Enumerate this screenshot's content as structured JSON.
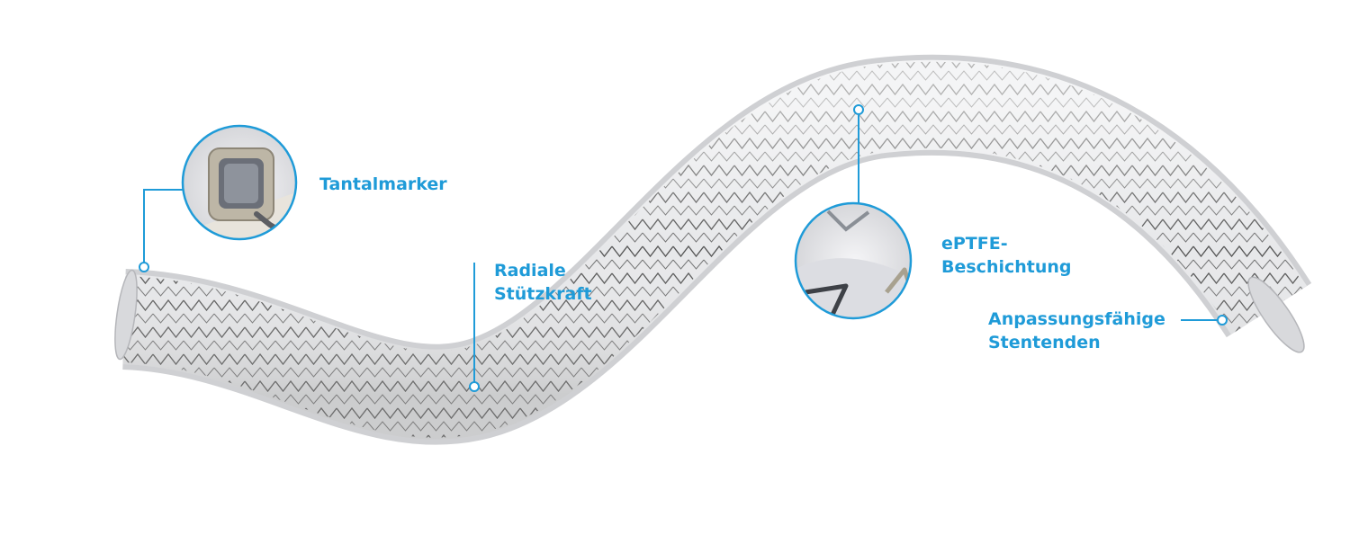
{
  "labels": {
    "tantalmarker": "Tantalmarker",
    "radiale_line1": "Radiale",
    "radiale_line2": "Stützkraft",
    "eptfe_line1": "ePTFE-",
    "eptfe_line2": "Beschichtung",
    "anpassung_line1": "Anpassungsfähige",
    "anpassung_line2": "Stentenden"
  },
  "colors": {
    "accent": "#1f9bd8",
    "stent_fill": "#e6e6e8",
    "stent_wire": "#3a3a3a"
  },
  "icons": {
    "tantalmarker_detail": "tantal-marker-closeup",
    "eptfe_detail": "eptfe-coating-closeup"
  }
}
